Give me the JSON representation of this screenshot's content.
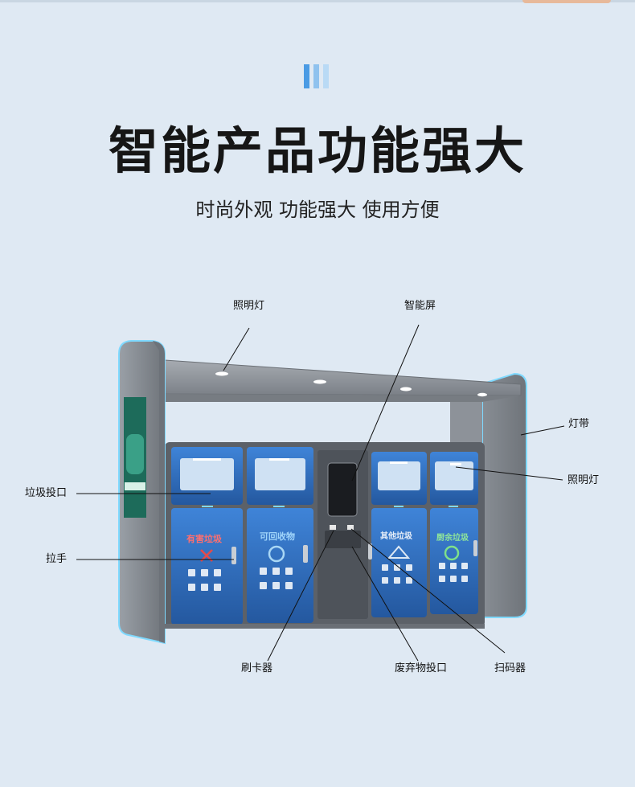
{
  "heading": {
    "title": "智能产品功能强大",
    "subtitle": "时尚外观 功能强大 使用方便"
  },
  "callouts": {
    "lighting_top": "照明灯",
    "smart_screen": "智能屏",
    "light_strip": "灯带",
    "lighting_right": "照明灯",
    "trash_inlet": "垃圾投口",
    "handle": "拉手",
    "card_reader": "刷卡器",
    "waste_inlet": "废弃物投口",
    "scanner": "扫码器"
  },
  "bins": {
    "hazardous": "有害垃圾",
    "recyclable": "可回收物",
    "other": "其他垃圾",
    "kitchen": "厨余垃圾"
  },
  "colors": {
    "bin_blue": "#2f6fc4",
    "frame_gray": "#8a8f96",
    "glow_cyan": "#7fd9ff"
  }
}
